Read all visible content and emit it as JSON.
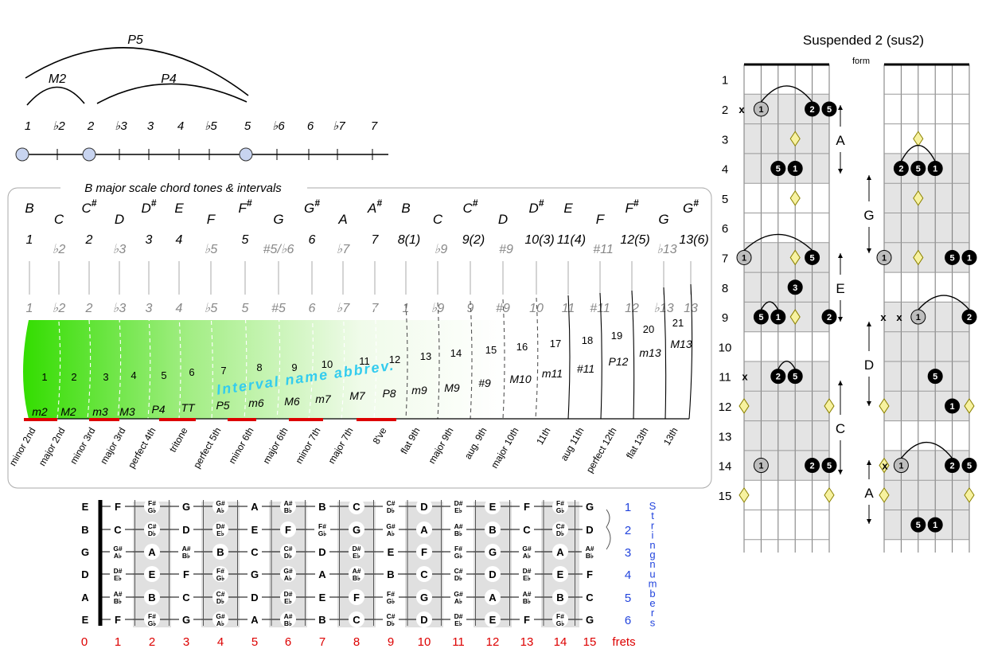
{
  "top_scale": {
    "arcs": [
      "P5",
      "M2",
      "P4"
    ],
    "degrees": [
      "1",
      "♭2",
      "2",
      "♭3",
      "3",
      "4",
      "♭5",
      "5",
      "♭6",
      "6",
      "♭7",
      "7"
    ]
  },
  "main_panel": {
    "title": "B major scale chord tones & intervals",
    "notes": [
      "B",
      "C",
      "C#",
      "D",
      "D#",
      "E",
      "F",
      "F#",
      "G",
      "G#",
      "A",
      "A#",
      "B",
      "C",
      "C#",
      "D",
      "D#",
      "E",
      "F",
      "F#",
      "G",
      "G#"
    ],
    "top_degrees": [
      "1",
      "♭2",
      "2",
      "♭3",
      "3",
      "4",
      "♭5",
      "5",
      "#5/♭6",
      "6",
      "♭7",
      "7",
      "8(1)",
      "♭9",
      "9(2)",
      "#9",
      "10(3)",
      "11(4)",
      "#11",
      "12(5)",
      "♭13",
      "13(6)"
    ],
    "bottom_degrees": [
      "1",
      "♭2",
      "2",
      "♭3",
      "3",
      "4",
      "♭5",
      "5",
      "#5",
      "6",
      "♭7",
      "7",
      "1",
      "♭9",
      "9",
      "#9",
      "10",
      "11",
      "#11",
      "12",
      "♭13",
      "13"
    ],
    "semitones": [
      "1",
      "2",
      "3",
      "4",
      "5",
      "6",
      "7",
      "8",
      "9",
      "10",
      "11",
      "12",
      "13",
      "14",
      "15",
      "16",
      "17",
      "18",
      "19",
      "20",
      "21"
    ],
    "overlay_label": "Interval name abbrev.",
    "abbrevs": [
      "m2",
      "M2",
      "m3",
      "M3",
      "P4",
      "TT",
      "P5",
      "m6",
      "M6",
      "m7",
      "M7",
      "P8",
      "m9",
      "M9",
      "#9",
      "M10",
      "m11",
      "#11",
      "P12",
      "m13",
      "M13"
    ],
    "interval_names": [
      "minor 2nd",
      "major 2nd",
      "minor 3rd",
      "major 3rd",
      "perfect 4th",
      "tritone",
      "perfect 5th",
      "minor 6th",
      "major 6th",
      "minor 7th",
      "major 7th",
      "8've",
      "flat 9th",
      "major 9th",
      "aug. 9th",
      "major 10th",
      "11th",
      "aug 11th",
      "perfect 12th",
      "flat 13th",
      "13th"
    ]
  },
  "fretboard": {
    "open_strings": [
      "E",
      "B",
      "G",
      "D",
      "A",
      "E"
    ],
    "rows": [
      [
        "F",
        "F#/G♭",
        "G",
        "G#/A♭",
        "A",
        "A#/B♭",
        "B",
        "C",
        "C#/D♭",
        "D",
        "D#/E♭",
        "E",
        "F",
        "F#/G♭",
        "G"
      ],
      [
        "C",
        "C#/D♭",
        "D",
        "D#/E♭",
        "E",
        "F",
        "F#/G♭",
        "G",
        "G#/A♭",
        "A",
        "A#/B♭",
        "B",
        "C",
        "C#/D♭",
        "D"
      ],
      [
        "G#/A♭",
        "A",
        "A#/B♭",
        "B",
        "C",
        "C#/D♭",
        "D",
        "D#/E♭",
        "E",
        "F",
        "F#/G♭",
        "G",
        "G#/A♭",
        "A",
        "A#/B♭"
      ],
      [
        "D#/E♭",
        "E",
        "F",
        "F#/G♭",
        "G",
        "G#/A♭",
        "A",
        "A#/B♭",
        "B",
        "C",
        "C#/D♭",
        "D",
        "D#/E♭",
        "E",
        "F"
      ],
      [
        "A#/B♭",
        "B",
        "C",
        "C#/D♭",
        "D",
        "D#/E♭",
        "E",
        "F",
        "F#/G♭",
        "G",
        "G#/A♭",
        "A",
        "A#/B♭",
        "B",
        "C"
      ],
      [
        "F",
        "F#/G♭",
        "G",
        "G#/A♭",
        "A",
        "A#/B♭",
        "B",
        "C",
        "C#/D♭",
        "D",
        "D#/E♭",
        "E",
        "F",
        "F#/G♭",
        "G"
      ]
    ],
    "string_numbers": [
      "1",
      "2",
      "3",
      "4",
      "5",
      "6"
    ],
    "string_numbers_label": "String numbers",
    "fret_numbers": [
      "0",
      "1",
      "2",
      "3",
      "4",
      "5",
      "6",
      "7",
      "8",
      "9",
      "10",
      "11",
      "12",
      "13",
      "14",
      "15"
    ],
    "frets_label": "frets"
  },
  "chord_panel": {
    "title": "Suspended 2 (sus2)",
    "form_label": "form",
    "fret_numbers": [
      "1",
      "2",
      "3",
      "4",
      "5",
      "6",
      "7",
      "8",
      "9",
      "10",
      "11",
      "12",
      "13",
      "14",
      "15"
    ],
    "left_forms": [
      "A",
      "E",
      "C"
    ],
    "right_forms": [
      "G",
      "D",
      "A"
    ],
    "mute_mark": "x",
    "colors": {
      "shade": "#e4e4e4",
      "dot": "#000000",
      "root_dot": "#bdbdbd",
      "diamond": "#f7f2a0",
      "accent": "#2244dd",
      "fret_red": "#dd0000"
    }
  }
}
